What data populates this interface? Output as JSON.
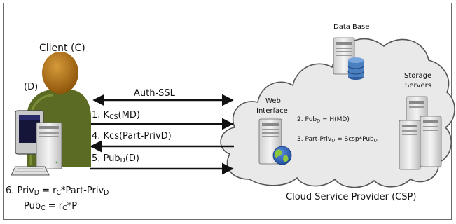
{
  "client": {
    "title": "Client (C)",
    "d_label": "(D)",
    "result_line1": {
      "pre": "6. Priv",
      "sub1": "D",
      "mid": " = r",
      "sub2": "C",
      "post": "*Part-Priv",
      "sub3": "D"
    },
    "result_line2": {
      "pre": "Pub",
      "sub1": "C",
      "mid": " = r",
      "sub2": "C",
      "post": "*P"
    }
  },
  "messages": [
    {
      "text": "Auth-SSL"
    },
    {
      "pre": "1. K",
      "sub": "CS",
      "post": "(MD)"
    },
    {
      "text": "4. Kcs(Part-PrivD)"
    },
    {
      "pre": "5. Pub",
      "sub": "D",
      "post": "(D)"
    }
  ],
  "csp": {
    "title": "Cloud Service Provider (CSP)",
    "database_label": "Data Base",
    "storage_label_line1": "Storage",
    "storage_label_line2": "Servers",
    "web_label_line1": "Web",
    "web_label_line2": "Interface",
    "step2": {
      "pre": "2. Pub",
      "sub": "D",
      "post": " = H(MD)"
    },
    "step3": {
      "pre": "3. Part-Priv",
      "sub1": "D",
      "mid": " = Scsp*Pub",
      "sub2": "D"
    }
  },
  "colors": {
    "cloud_fill": "#e9e9e9",
    "cloud_stroke": "#555555",
    "person_head": "#a8690f",
    "person_body": "#5b6b24",
    "arrow": "#111111",
    "db_blue": "#4a7fc0",
    "globe_blue": "#2a5db0",
    "globe_green": "#8fc63f"
  }
}
